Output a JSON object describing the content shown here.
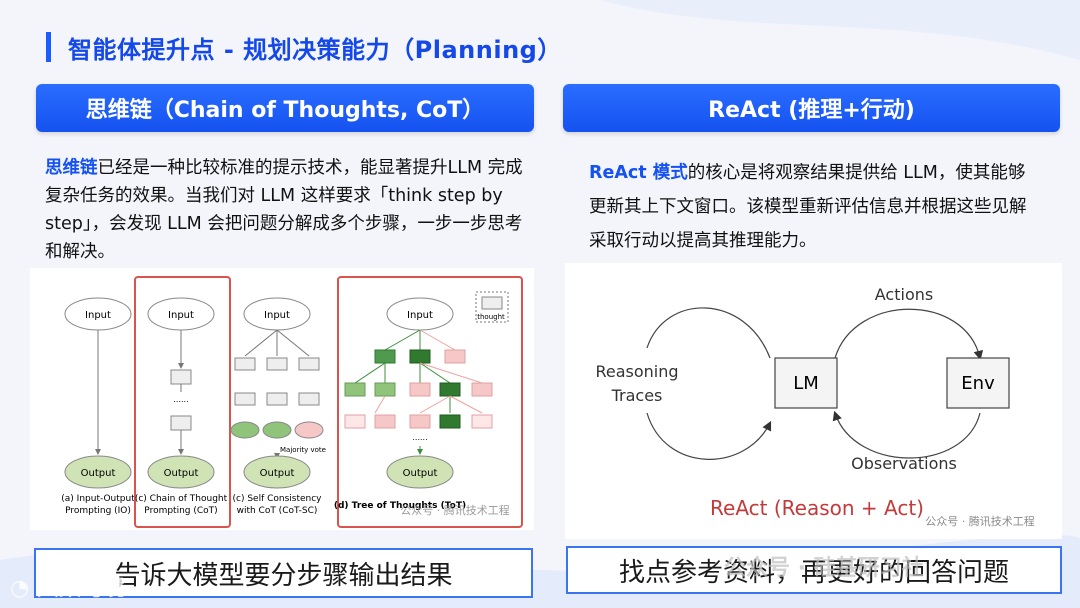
{
  "header": {
    "title": "智能体提升点 - 规划决策能力（Planning）"
  },
  "left": {
    "heading": "思维链（Chain of Thoughts, CoT）",
    "para_highlight": "思维链",
    "para_rest": "已经是一种比较标准的提示技术，能显著提升LLM 完成复杂任务的效果。当我们对 LLM 这样要求「think step by step」，会发现 LLM 会把问题分解成多个步骤，一步一步思考和解决。",
    "diagram": {
      "input": "Input",
      "output": "Output",
      "dots": "......",
      "thought": "thought",
      "majority": "Majority vote",
      "cap_a1": "(a) Input-Output",
      "cap_a2": "Prompting (IO)",
      "cap_b1": "(c) Chain of Thought",
      "cap_b2": "Prompting (CoT)",
      "cap_c1": "(c) Self Consistency",
      "cap_c2": "with CoT (CoT-SC)",
      "cap_d": "(d) Tree of Thoughts (ToT)",
      "watermark": "公众号 · 腾讯技术工程"
    },
    "summary": "告诉大模型要分步骤输出结果"
  },
  "right": {
    "heading": "ReAct (推理+行动)",
    "para_highlight": "ReAct 模式",
    "para_rest": "的核心是将观察结果提供给 LLM，使其能够更新其上下文窗口。该模型重新评估信息并根据这些见解采取行动以提高其推理能力。",
    "diagram": {
      "actions": "Actions",
      "reasoning1": "Reasoning",
      "reasoning2": "Traces",
      "lm": "LM",
      "env": "Env",
      "observations": "Observations",
      "title": "ReAct (Reason + Act)",
      "watermark": "公众号 · 腾讯技术工程"
    },
    "summary": "找点参考资料，再更好的回答问题"
  },
  "watermarks": {
    "bottom_left": "大数跨境",
    "bottom_right": "公众号 · 硅基研习社"
  },
  "colors": {
    "accent": "#1552f0",
    "red": "#d9534f",
    "green": "#3c8f3c"
  }
}
